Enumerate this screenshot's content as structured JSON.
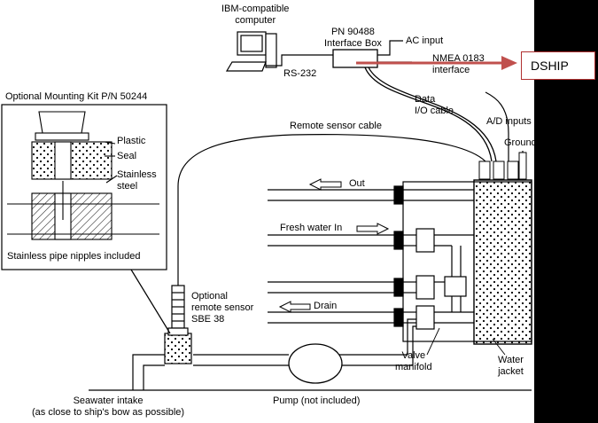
{
  "labels": {
    "computer": "IBM-compatible\ncomputer",
    "interface_box": "PN 90488\nInterface Box",
    "ac_input": "AC input",
    "nmea": "NMEA 0183\ninterface",
    "rs232": "RS-232",
    "dship": "DSHIP",
    "mounting_kit": "Optional Mounting Kit P/N 50244",
    "plastic": "Plastic",
    "seal": "Seal",
    "stainless_steel": "Stainless\nsteel",
    "pipe_nipples": "Stainless pipe nipples included",
    "data_io": "Data\nI/O cable",
    "remote_cable": "Remote sensor cable",
    "ad_inputs": "A/D inputs",
    "ground": "Ground",
    "out": "Out",
    "fresh_water": "Fresh water In",
    "remote_sensor": "Optional\nremote sensor\nSBE 38",
    "drain": "Drain",
    "valve_manifold": "Valve\nmanifold",
    "water_jacket": "Water\njacket",
    "seawater_intake": "Seawater intake\n(as close to ship's bow as possible)",
    "pump": "Pump (not included)"
  },
  "colors": {
    "line": "#000000",
    "accent": "#c0504d",
    "background": "#ffffff",
    "bar": "#000000"
  }
}
